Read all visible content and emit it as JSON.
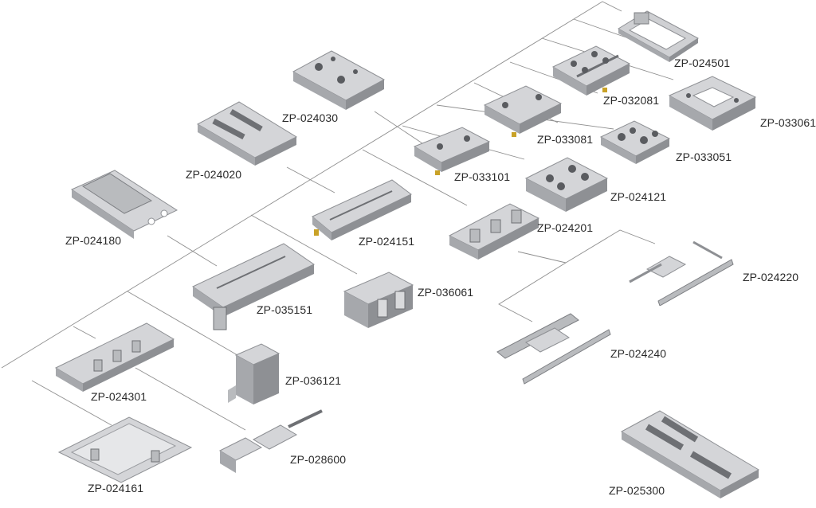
{
  "diagram": {
    "parts": [
      {
        "id": "p1",
        "code": "ZP-024501"
      },
      {
        "id": "p2",
        "code": "ZP-032081"
      },
      {
        "id": "p3",
        "code": "ZP-033061"
      },
      {
        "id": "p4",
        "code": "ZP-024030"
      },
      {
        "id": "p5",
        "code": "ZP-033081"
      },
      {
        "id": "p6",
        "code": "ZP-033051"
      },
      {
        "id": "p7",
        "code": "ZP-024020"
      },
      {
        "id": "p8",
        "code": "ZP-033101"
      },
      {
        "id": "p9",
        "code": "ZP-024121"
      },
      {
        "id": "p10",
        "code": "ZP-024180"
      },
      {
        "id": "p11",
        "code": "ZP-024151"
      },
      {
        "id": "p12",
        "code": "ZP-024201"
      },
      {
        "id": "p13",
        "code": "ZP-024220"
      },
      {
        "id": "p14",
        "code": "ZP-035151"
      },
      {
        "id": "p15",
        "code": "ZP-036061"
      },
      {
        "id": "p16",
        "code": "ZP-024240"
      },
      {
        "id": "p17",
        "code": "ZP-024301"
      },
      {
        "id": "p18",
        "code": "ZP-036121"
      },
      {
        "id": "p19",
        "code": "ZP-028600"
      },
      {
        "id": "p20",
        "code": "ZP-024161"
      },
      {
        "id": "p21",
        "code": "ZP-025300"
      }
    ],
    "colors": {
      "metal_light": "#d9dadc",
      "metal_mid": "#b9bbbe",
      "metal_dark": "#8e9094",
      "line": "#8f8f8f",
      "text": "#2a2a2a",
      "accent_brass": "#c9a227"
    }
  }
}
